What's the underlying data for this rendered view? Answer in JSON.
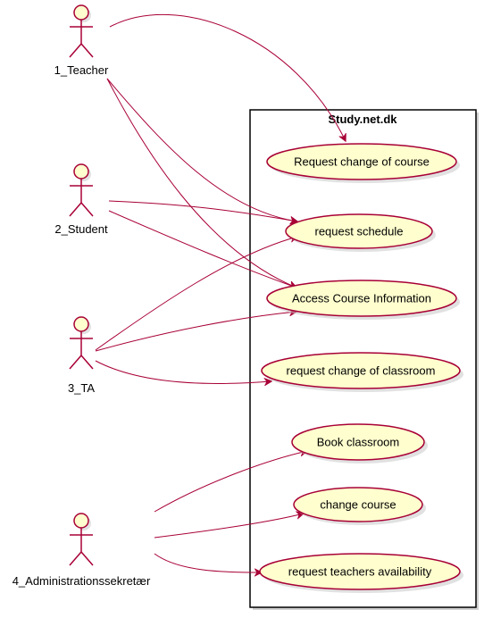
{
  "diagram_type": "use-case",
  "colors": {
    "actor_fill": "#FEFECE",
    "actor_stroke": "#A80036",
    "usecase_fill": "#FEFECE",
    "usecase_stroke": "#A80036",
    "edge_stroke": "#A80036",
    "boundary_stroke": "#000000",
    "shadow": "#c8c8c8"
  },
  "system": {
    "title": "Study.net.dk"
  },
  "actors": [
    {
      "id": "teacher",
      "label": "1_Teacher"
    },
    {
      "id": "student",
      "label": "2_Student"
    },
    {
      "id": "ta",
      "label": "3_TA"
    },
    {
      "id": "admin",
      "label": "4_Administrationssekretær"
    }
  ],
  "usecases": [
    {
      "id": "uc1",
      "label": "Request change of  course"
    },
    {
      "id": "uc2",
      "label": "request schedule"
    },
    {
      "id": "uc3",
      "label": "Access Course Information"
    },
    {
      "id": "uc4",
      "label": "request change of classroom"
    },
    {
      "id": "uc5",
      "label": "Book classroom"
    },
    {
      "id": "uc6",
      "label": "change course"
    },
    {
      "id": "uc7",
      "label": "request teachers availability"
    }
  ],
  "edges": [
    {
      "from": "teacher",
      "to": "uc1"
    },
    {
      "from": "teacher",
      "to": "uc2"
    },
    {
      "from": "teacher",
      "to": "uc3"
    },
    {
      "from": "student",
      "to": "uc2"
    },
    {
      "from": "student",
      "to": "uc3"
    },
    {
      "from": "ta",
      "to": "uc2"
    },
    {
      "from": "ta",
      "to": "uc3"
    },
    {
      "from": "ta",
      "to": "uc4"
    },
    {
      "from": "admin",
      "to": "uc5"
    },
    {
      "from": "admin",
      "to": "uc6"
    },
    {
      "from": "admin",
      "to": "uc7"
    }
  ]
}
